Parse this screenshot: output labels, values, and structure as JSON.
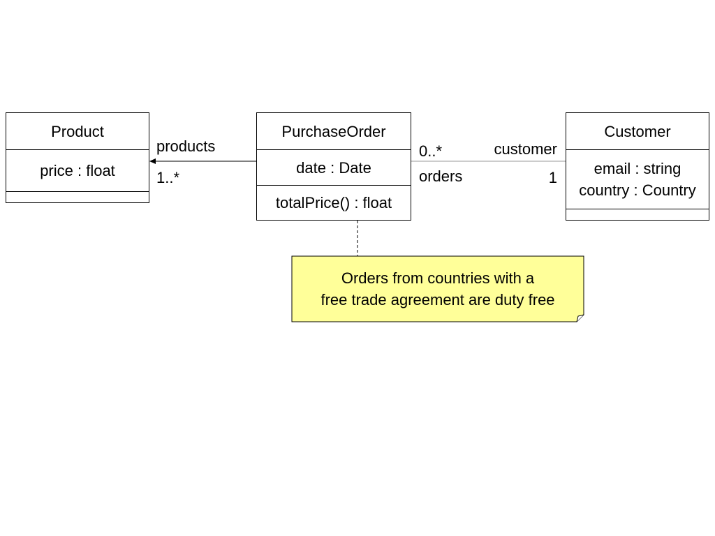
{
  "colors": {
    "note_fill": "#ffff99",
    "line": "#000000",
    "association": "#999999"
  },
  "classes": {
    "product": {
      "name": "Product",
      "attributes": [
        "price : float"
      ],
      "operations": []
    },
    "purchase_order": {
      "name": "PurchaseOrder",
      "attributes": [
        "date : Date"
      ],
      "operations": [
        "totalPrice() : float"
      ]
    },
    "customer": {
      "name": "Customer",
      "attributes": [
        "email : string",
        "country : Country"
      ],
      "operations": []
    }
  },
  "associations": {
    "order_product": {
      "role": "products",
      "multiplicity": "1..*"
    },
    "order_customer": {
      "order_end": {
        "multiplicity": "0..*",
        "role": "orders"
      },
      "customer_end": {
        "role": "customer",
        "multiplicity": "1"
      }
    }
  },
  "note": {
    "lines": [
      "Orders from countries with a",
      "free trade agreement are duty free"
    ]
  }
}
